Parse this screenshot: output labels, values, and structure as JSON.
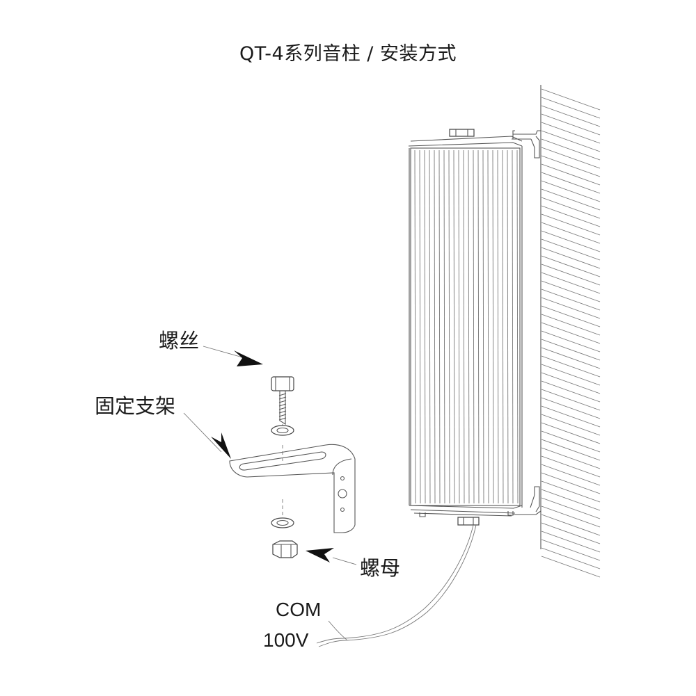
{
  "title": "QT-4系列音柱 / 安装方式",
  "labels": {
    "screw": "螺丝",
    "bracket": "固定支架",
    "nut": "螺母",
    "com": "COM",
    "v100": "100V"
  },
  "colors": {
    "line": "#555555",
    "text": "#1a1a1a",
    "arrow": "#111111"
  }
}
